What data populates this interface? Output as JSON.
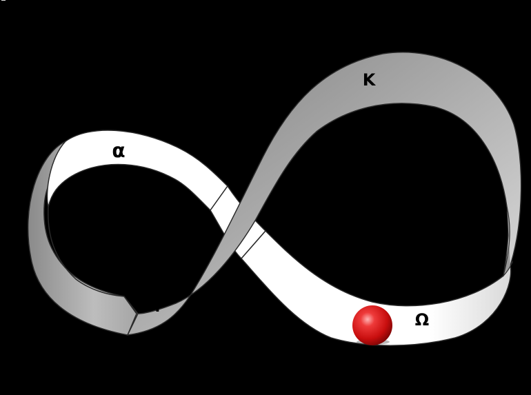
{
  "colors": {
    "background": "#000000",
    "band_gray": "#b8b8b8",
    "band_gray_light": "#d8d8d8",
    "band_gray_dark": "#8c8c8c",
    "band_white": "#ffffff",
    "outline": "#2a2a2a",
    "ball": "#cc1010",
    "ball_highlight": "#ff8a8a"
  },
  "labels": {
    "alpha": "α",
    "kappa": "K",
    "r": "r",
    "omega": "Ω"
  },
  "ball": {
    "icon": "red-sphere"
  }
}
